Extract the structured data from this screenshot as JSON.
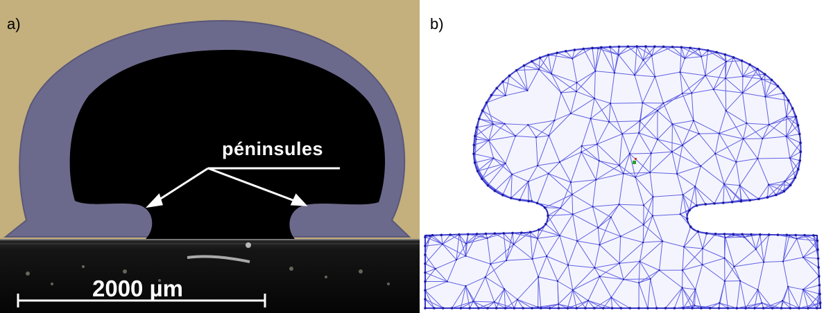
{
  "panel_a": {
    "label": "a)",
    "annotation": "péninsules",
    "scale_bar_label": "2000 µm"
  },
  "panel_b": {
    "label": "b)"
  },
  "colors": {
    "background_gold": "#c2ac74",
    "deposit_purple": "#6e6a8e",
    "cavity_black": "#000000",
    "mesh_blue": "#3a3ad8",
    "mesh_node": "#1a1aa0"
  }
}
